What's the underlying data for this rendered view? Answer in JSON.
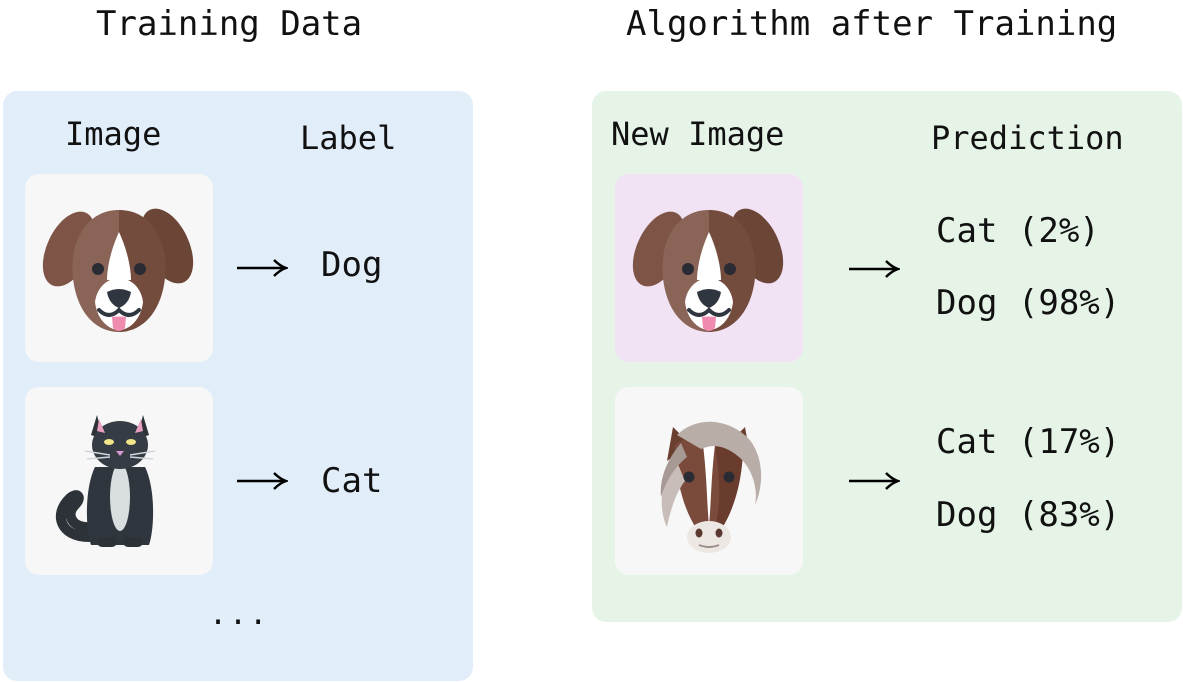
{
  "titles": {
    "left": "Training Data",
    "right": "Algorithm after Training"
  },
  "training": {
    "col_image": "Image",
    "col_label": "Label",
    "rows": [
      {
        "icon": "dog-face-icon",
        "label": "Dog"
      },
      {
        "icon": "cat-icon",
        "label": "Cat"
      }
    ],
    "ellipsis": "..."
  },
  "inference": {
    "col_image": "New Image",
    "col_prediction": "Prediction",
    "rows": [
      {
        "icon": "dog-face-icon",
        "highlighted": true,
        "predictions": [
          "Cat (2%)",
          "Dog (98%)"
        ]
      },
      {
        "icon": "horse-face-icon",
        "highlighted": false,
        "predictions": [
          "Cat (17%)",
          "Dog (83%)"
        ]
      }
    ]
  },
  "colors": {
    "training_panel": "#e1eefa",
    "inference_panel": "#e6f4e8",
    "card": "#f7f7f7",
    "highlight_card": "#f1e3f4"
  }
}
